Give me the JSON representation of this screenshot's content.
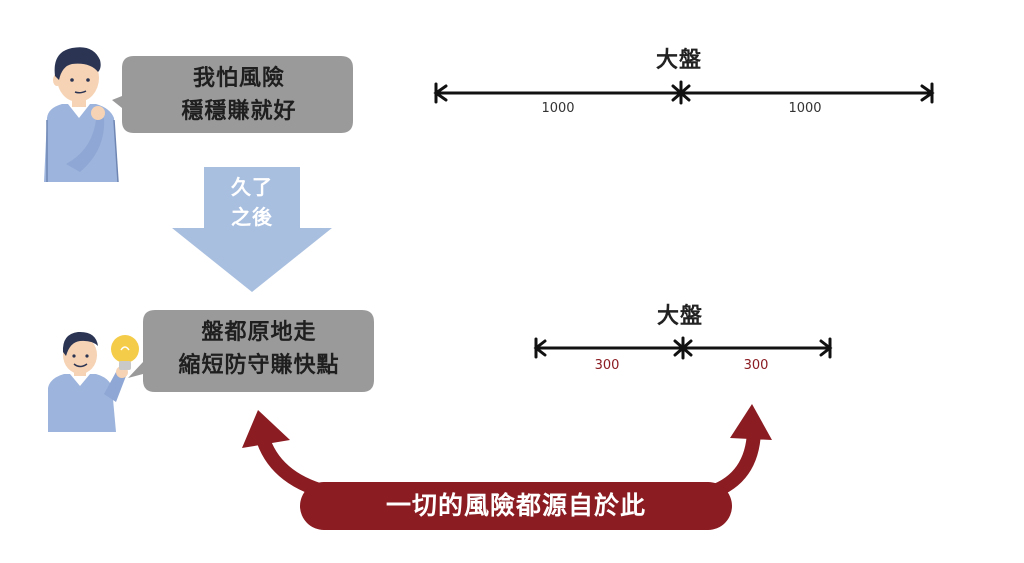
{
  "top": {
    "bubble_lines": [
      "我怕風險",
      "穩穩賺就好"
    ],
    "scale": {
      "title": "大盤",
      "left_value": "1000",
      "right_value": "1000",
      "value_color": "#333333"
    }
  },
  "arrow": {
    "lines": [
      "久了",
      "之後"
    ],
    "color": "#a9bfe0"
  },
  "bottom": {
    "bubble_lines": [
      "盤都原地走",
      "縮短防守賺快點"
    ],
    "scale": {
      "title": "大盤",
      "left_value": "300",
      "right_value": "300",
      "value_color": "#8a1c22"
    }
  },
  "banner": {
    "text": "一切的風險都源自於此",
    "color": "#8a1c22"
  },
  "colors": {
    "bubble": "#9a9a9a",
    "person_shirt": "#9db4dd",
    "person_hair": "#2b3553",
    "skin": "#f6d3b4",
    "bulb": "#f4cc4a"
  }
}
